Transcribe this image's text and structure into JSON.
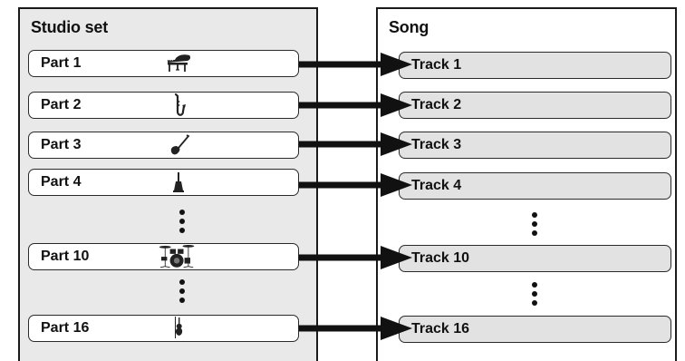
{
  "studio_set": {
    "title": "Studio set",
    "parts": [
      {
        "label": "Part 1",
        "icon": "grand-piano-icon"
      },
      {
        "label": "Part 2",
        "icon": "saxophone-icon"
      },
      {
        "label": "Part 3",
        "icon": "electric-guitar-icon"
      },
      {
        "label": "Part 4",
        "icon": "bell-icon"
      },
      {
        "label": "Part 10",
        "icon": "drum-kit-icon"
      },
      {
        "label": "Part 16",
        "icon": "violin-icon"
      }
    ]
  },
  "song": {
    "title": "Song",
    "tracks": [
      {
        "label": "Track 1"
      },
      {
        "label": "Track 2"
      },
      {
        "label": "Track 3"
      },
      {
        "label": "Track 4"
      },
      {
        "label": "Track 10"
      },
      {
        "label": "Track 16"
      }
    ]
  },
  "colors": {
    "studio_panel_bg": "#e9e9e9",
    "track_box_bg": "#e2e2e2",
    "arrow": "#111111"
  }
}
